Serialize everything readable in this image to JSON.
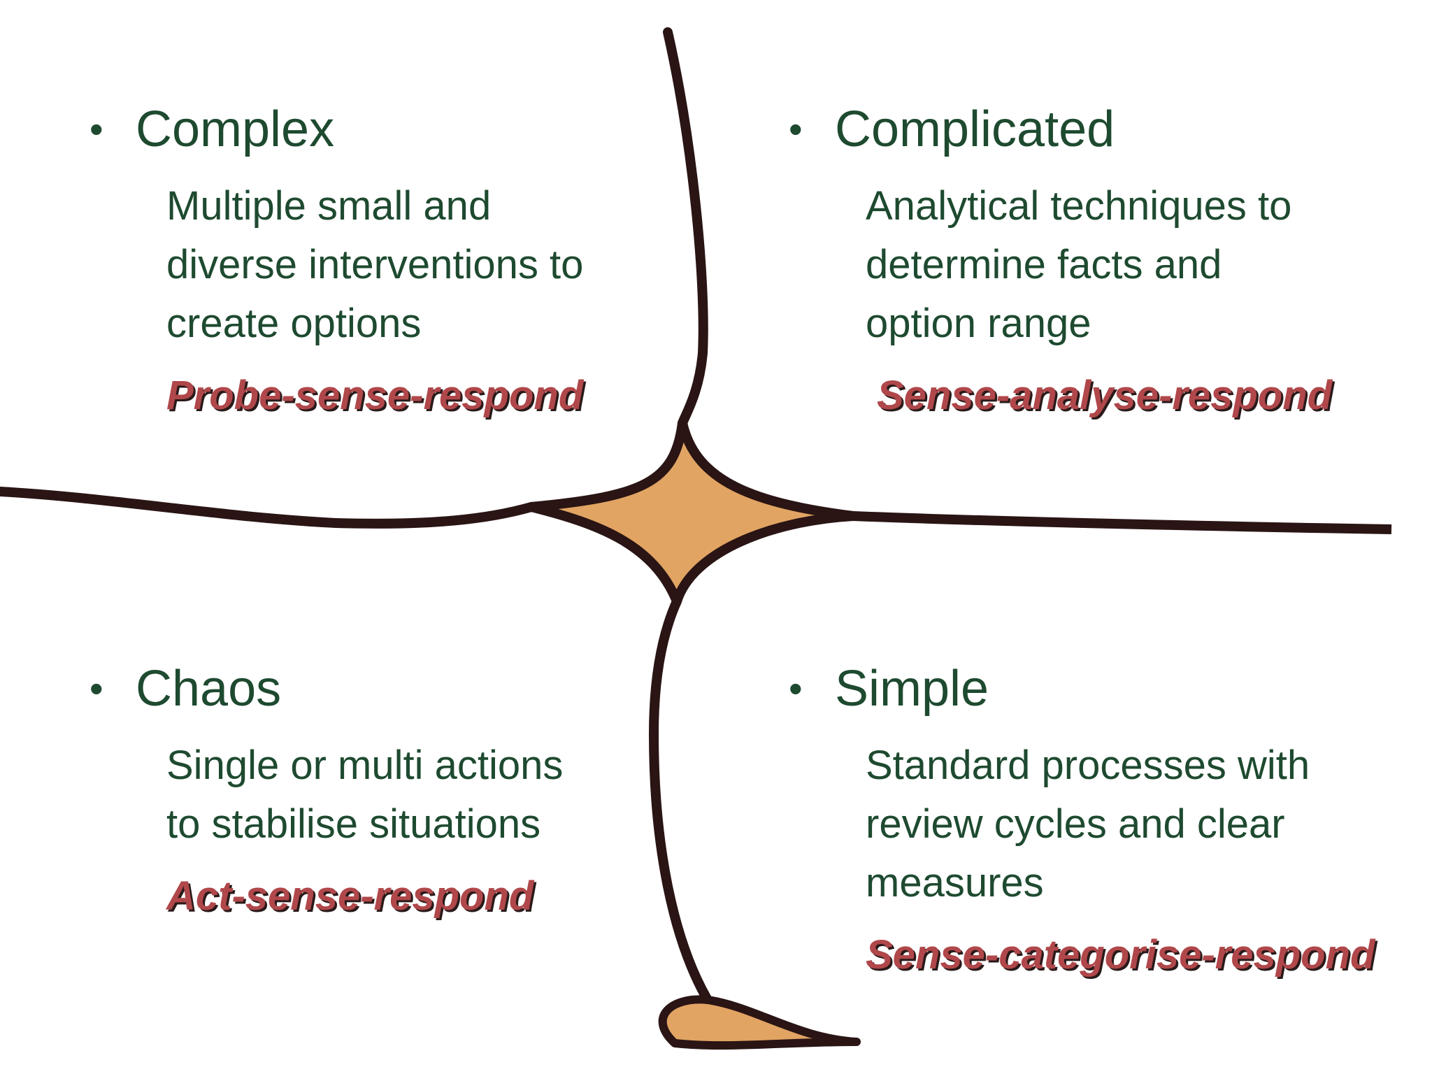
{
  "colors": {
    "heading_text": "#1e4a30",
    "approach_text": "#b0474a",
    "boundary_line": "#2a1414",
    "center_fill": "#e1a463",
    "background": "#ffffff"
  },
  "domains": [
    {
      "id": "complex",
      "bullet": "•",
      "title": "Complex",
      "description_lines": [
        "Multiple small and",
        "diverse interventions to",
        "create options"
      ],
      "approach": "Probe-sense-respond"
    },
    {
      "id": "complicated",
      "bullet": "•",
      "title": "Complicated",
      "description_lines": [
        "Analytical techniques to",
        "determine facts and",
        "option range"
      ],
      "approach": "Sense-analyse-respond"
    },
    {
      "id": "chaos",
      "bullet": "•",
      "title": "Chaos",
      "description_lines": [
        "Single or multi actions",
        "to stabilise situations"
      ],
      "approach": "Act-sense-respond"
    },
    {
      "id": "simple",
      "bullet": "•",
      "title": "Simple",
      "description_lines": [
        "Standard processes with",
        "review cycles and clear",
        "measures"
      ],
      "approach": "Sense-categorise-respond"
    }
  ]
}
